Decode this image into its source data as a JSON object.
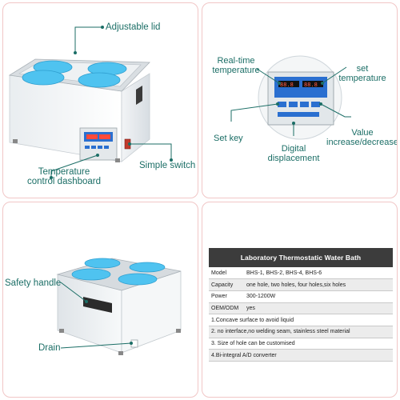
{
  "panel_top_left": {
    "callouts": {
      "adjustable_lid": "Adjustable lid",
      "temperature_dashboard_line1": "Temperature",
      "temperature_dashboard_line2": "control dashboard",
      "simple_switch": "Simple switch"
    }
  },
  "panel_top_right": {
    "callouts": {
      "real_time_line1": "Real-time",
      "real_time_line2": "temperature",
      "set_temp_line1": "set",
      "set_temp_line2": "temperature",
      "set_key": "Set key",
      "value_line1": "Value",
      "value_line2": "increase/decrease",
      "digital_line1": "Digital",
      "digital_line2": "displacement"
    }
  },
  "panel_bottom_left": {
    "callouts": {
      "safety_handle": "Safety handle",
      "drain": "Drain"
    }
  },
  "spec_sheet": {
    "title": "Laboratory Thermostatic  Water Bath",
    "rows": [
      {
        "key": "Model",
        "value": "BHS-1, BHS-2, BHS-4, BHS-6"
      },
      {
        "key": "Capacity",
        "value": "one hole, two holes, four holes,six holes"
      },
      {
        "key": "Power",
        "value": "300-1200W"
      },
      {
        "key": "OEM/ODM",
        "value": "yes"
      }
    ],
    "features": [
      "1.Concave surface to avoid liquid",
      "2. no interface,no welding seam, stainless steel material",
      "3. Size of hole can be customised",
      "4.Bi-integral A/D converter"
    ]
  },
  "colors": {
    "accent_teal": "#1b6e66",
    "lid_blue": "#4fc3f0",
    "panel_border": "#f1c6c6",
    "header_dark": "#3c3c3c"
  }
}
